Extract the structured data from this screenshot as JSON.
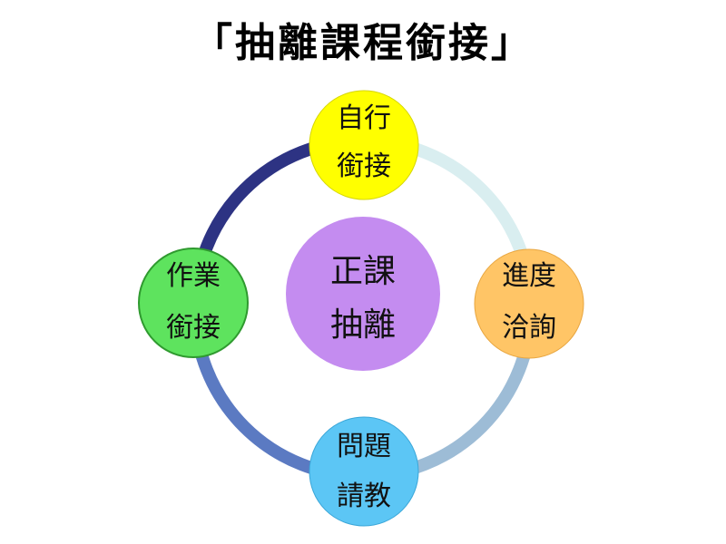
{
  "title": "「抽離課程銜接」",
  "center": {
    "lines": [
      "正課",
      "抽離"
    ],
    "color": "#c48cf0"
  },
  "nodes": [
    {
      "id": "top",
      "lines": [
        "自行",
        "銜接"
      ],
      "color": "#ffff00",
      "stroke": "#d6d600"
    },
    {
      "id": "right",
      "lines": [
        "進度",
        "洽詢"
      ],
      "color": "#ffc566",
      "stroke": "#e8a640"
    },
    {
      "id": "bottom",
      "lines": [
        "問題",
        "請教"
      ],
      "color": "#5cc6f5",
      "stroke": "#3aa6d8"
    },
    {
      "id": "left",
      "lines": [
        "作業",
        "銜接"
      ],
      "color": "#5ee35e",
      "stroke": "#2f9a2f"
    }
  ],
  "ring_colors": {
    "top_right": "#d9eef0",
    "right_bottom": "#9dbcd6",
    "bottom_left": "#5b7ac2",
    "left_top": "#2d3383"
  }
}
